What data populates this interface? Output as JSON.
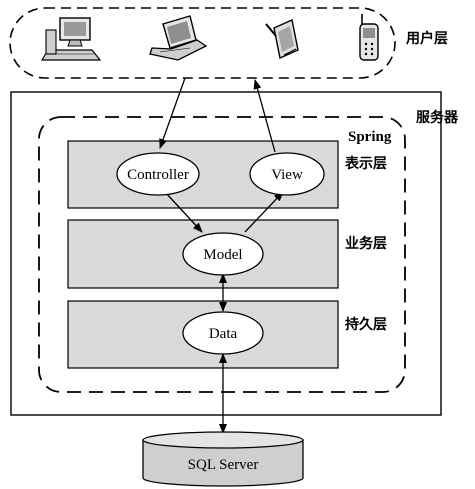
{
  "tiers": {
    "user_layer": "用户层",
    "server": "服务器",
    "spring": "Spring",
    "presentation": "表示层",
    "business": "业务层",
    "persistence": "持久层"
  },
  "nodes": {
    "controller": "Controller",
    "view": "View",
    "model": "Model",
    "data": "Data",
    "database": "SQL Server"
  },
  "devices": [
    "desktop-computer-icon",
    "laptop-icon",
    "pda-icon",
    "mobile-phone-icon"
  ],
  "colors": {
    "layer_fill": "#d9d9d9",
    "db_fill": "#cfcfcf",
    "stroke": "#000000",
    "background": "#ffffff"
  }
}
